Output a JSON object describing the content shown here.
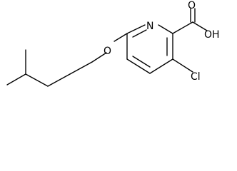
{
  "diagram": {
    "atoms": {
      "ring_nitrogen": "N",
      "ether_oxygen": "O",
      "carbonyl_oxygen": "O",
      "hydroxyl": "OH",
      "chlorine": "Cl"
    },
    "colors": {
      "ink": "#000000",
      "background": "#ffffff"
    }
  }
}
